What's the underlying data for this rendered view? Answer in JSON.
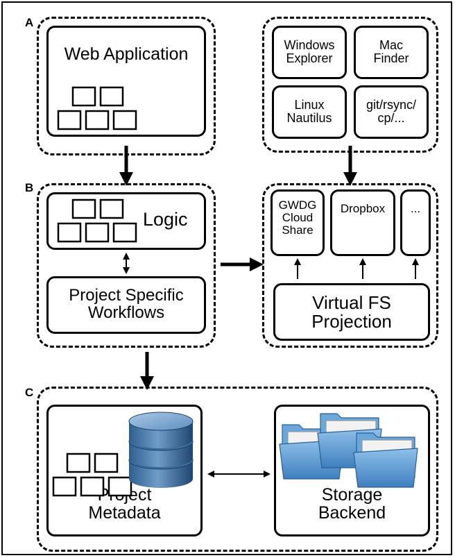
{
  "sections": {
    "a": {
      "letter": "A"
    },
    "b": {
      "letter": "B"
    },
    "c": {
      "letter": "C"
    }
  },
  "web_app": {
    "title": "Web Application"
  },
  "clients": [
    {
      "label": "Windows\nExplorer"
    },
    {
      "label": "Mac\nFinder"
    },
    {
      "label": "Linux\nNautilus"
    },
    {
      "label": "git/rsync/\ncp/..."
    }
  ],
  "logic": {
    "title": "Logic"
  },
  "workflows": {
    "title": "Project Specific\nWorkflows"
  },
  "storage_targets": [
    {
      "label": "GWDG\nCloud\nShare"
    },
    {
      "label": "Dropbox"
    },
    {
      "label": "..."
    }
  ],
  "virtual_fs": {
    "title": "Virtual FS\nProjection"
  },
  "metadata": {
    "title": "Project\nMetadata"
  },
  "storage": {
    "title": "Storage\nBackend"
  },
  "colors": {
    "line": "#000000",
    "db_blue": "#4a78a8",
    "folder_blue": "#5b9bd5"
  },
  "icons": {
    "database": "database-icon",
    "folders": "folder-stack-icon",
    "blocks": "block-stack-icon"
  }
}
